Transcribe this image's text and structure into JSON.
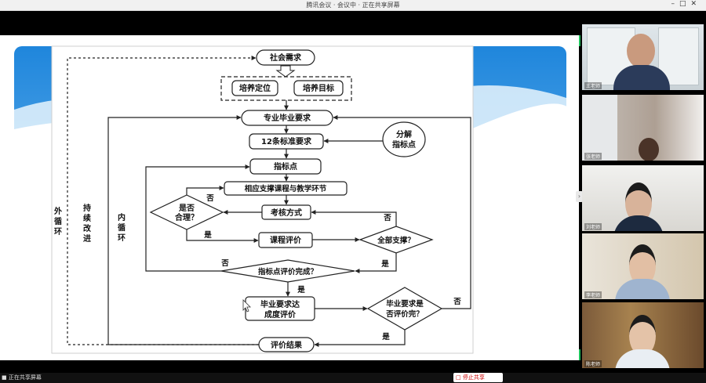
{
  "window": {
    "title": "腾讯会议 · 会议中 · 正在共享屏幕"
  },
  "diagram": {
    "n_shehui": "社会需求",
    "n_dingwei": "培养定位",
    "n_mubiao": "培养目标",
    "n_biye": "专业毕业要求",
    "n_12": "12条标准要求",
    "n_fenjie_1": "分解",
    "n_fenjie_2": "指标点",
    "n_zhibiao": "指标点",
    "n_xiangying": "相应支撑课程与教学环节",
    "n_kaohe": "考核方式",
    "n_heli_1": "是否",
    "n_heli_2": "合理？",
    "n_kecheng": "课程评价",
    "n_quanbu": "全部支撑？",
    "n_wancheng": "指标点评价完成？",
    "n_dacheng_1": "毕业要求达",
    "n_dacheng_2": "成度评价",
    "n_pingjiawan_1": "毕业要求是",
    "n_pingjiawan_2": "否评价完？",
    "n_jieguo": "评价结果",
    "lbl_fou_1": "否",
    "lbl_shi_1": "是",
    "lbl_fou_2": "否",
    "lbl_shi_2": "是",
    "lbl_fou_3": "否",
    "lbl_shi_3": "是",
    "lbl_fou_4": "否",
    "lbl_shi_4": "是",
    "loop_wai": [
      "外",
      "循",
      "环"
    ],
    "loop_chixu": [
      "持",
      "续",
      "改",
      "进"
    ],
    "loop_nei": [
      "内",
      "循",
      "环"
    ]
  },
  "participants": [
    {
      "name": "王老师"
    },
    {
      "name": "张老师"
    },
    {
      "name": "刘老师"
    },
    {
      "name": "李老师"
    },
    {
      "name": "陈老师"
    }
  ],
  "bottombar": {
    "left_text": "■ 正在共享屏幕",
    "right_text": "□ 停止共享"
  },
  "colors": {
    "accent_green": "#1dbf5a",
    "slide_blue": "#2a8fe0"
  }
}
